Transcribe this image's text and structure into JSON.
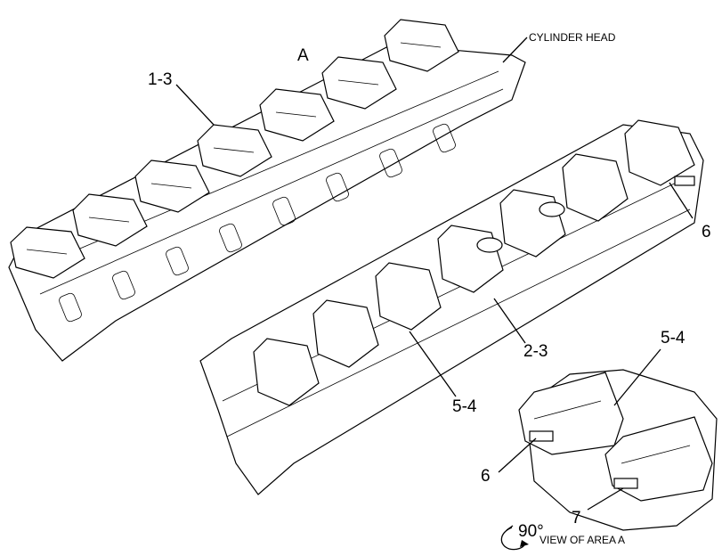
{
  "labels": {
    "area_a": "A",
    "cylinder_head": "CYLINDER HEAD",
    "callout_1_3": "1-3",
    "callout_2_3": "2-3",
    "callout_5_4_main": "5-4",
    "callout_5_4_detail": "5-4",
    "callout_6_main": "6",
    "callout_6_detail": "6",
    "callout_7": "7",
    "rotation": "90°",
    "view_caption": "VIEW OF AREA A"
  },
  "icons": {
    "rotation_arrow": "rotate-arrow-icon"
  }
}
